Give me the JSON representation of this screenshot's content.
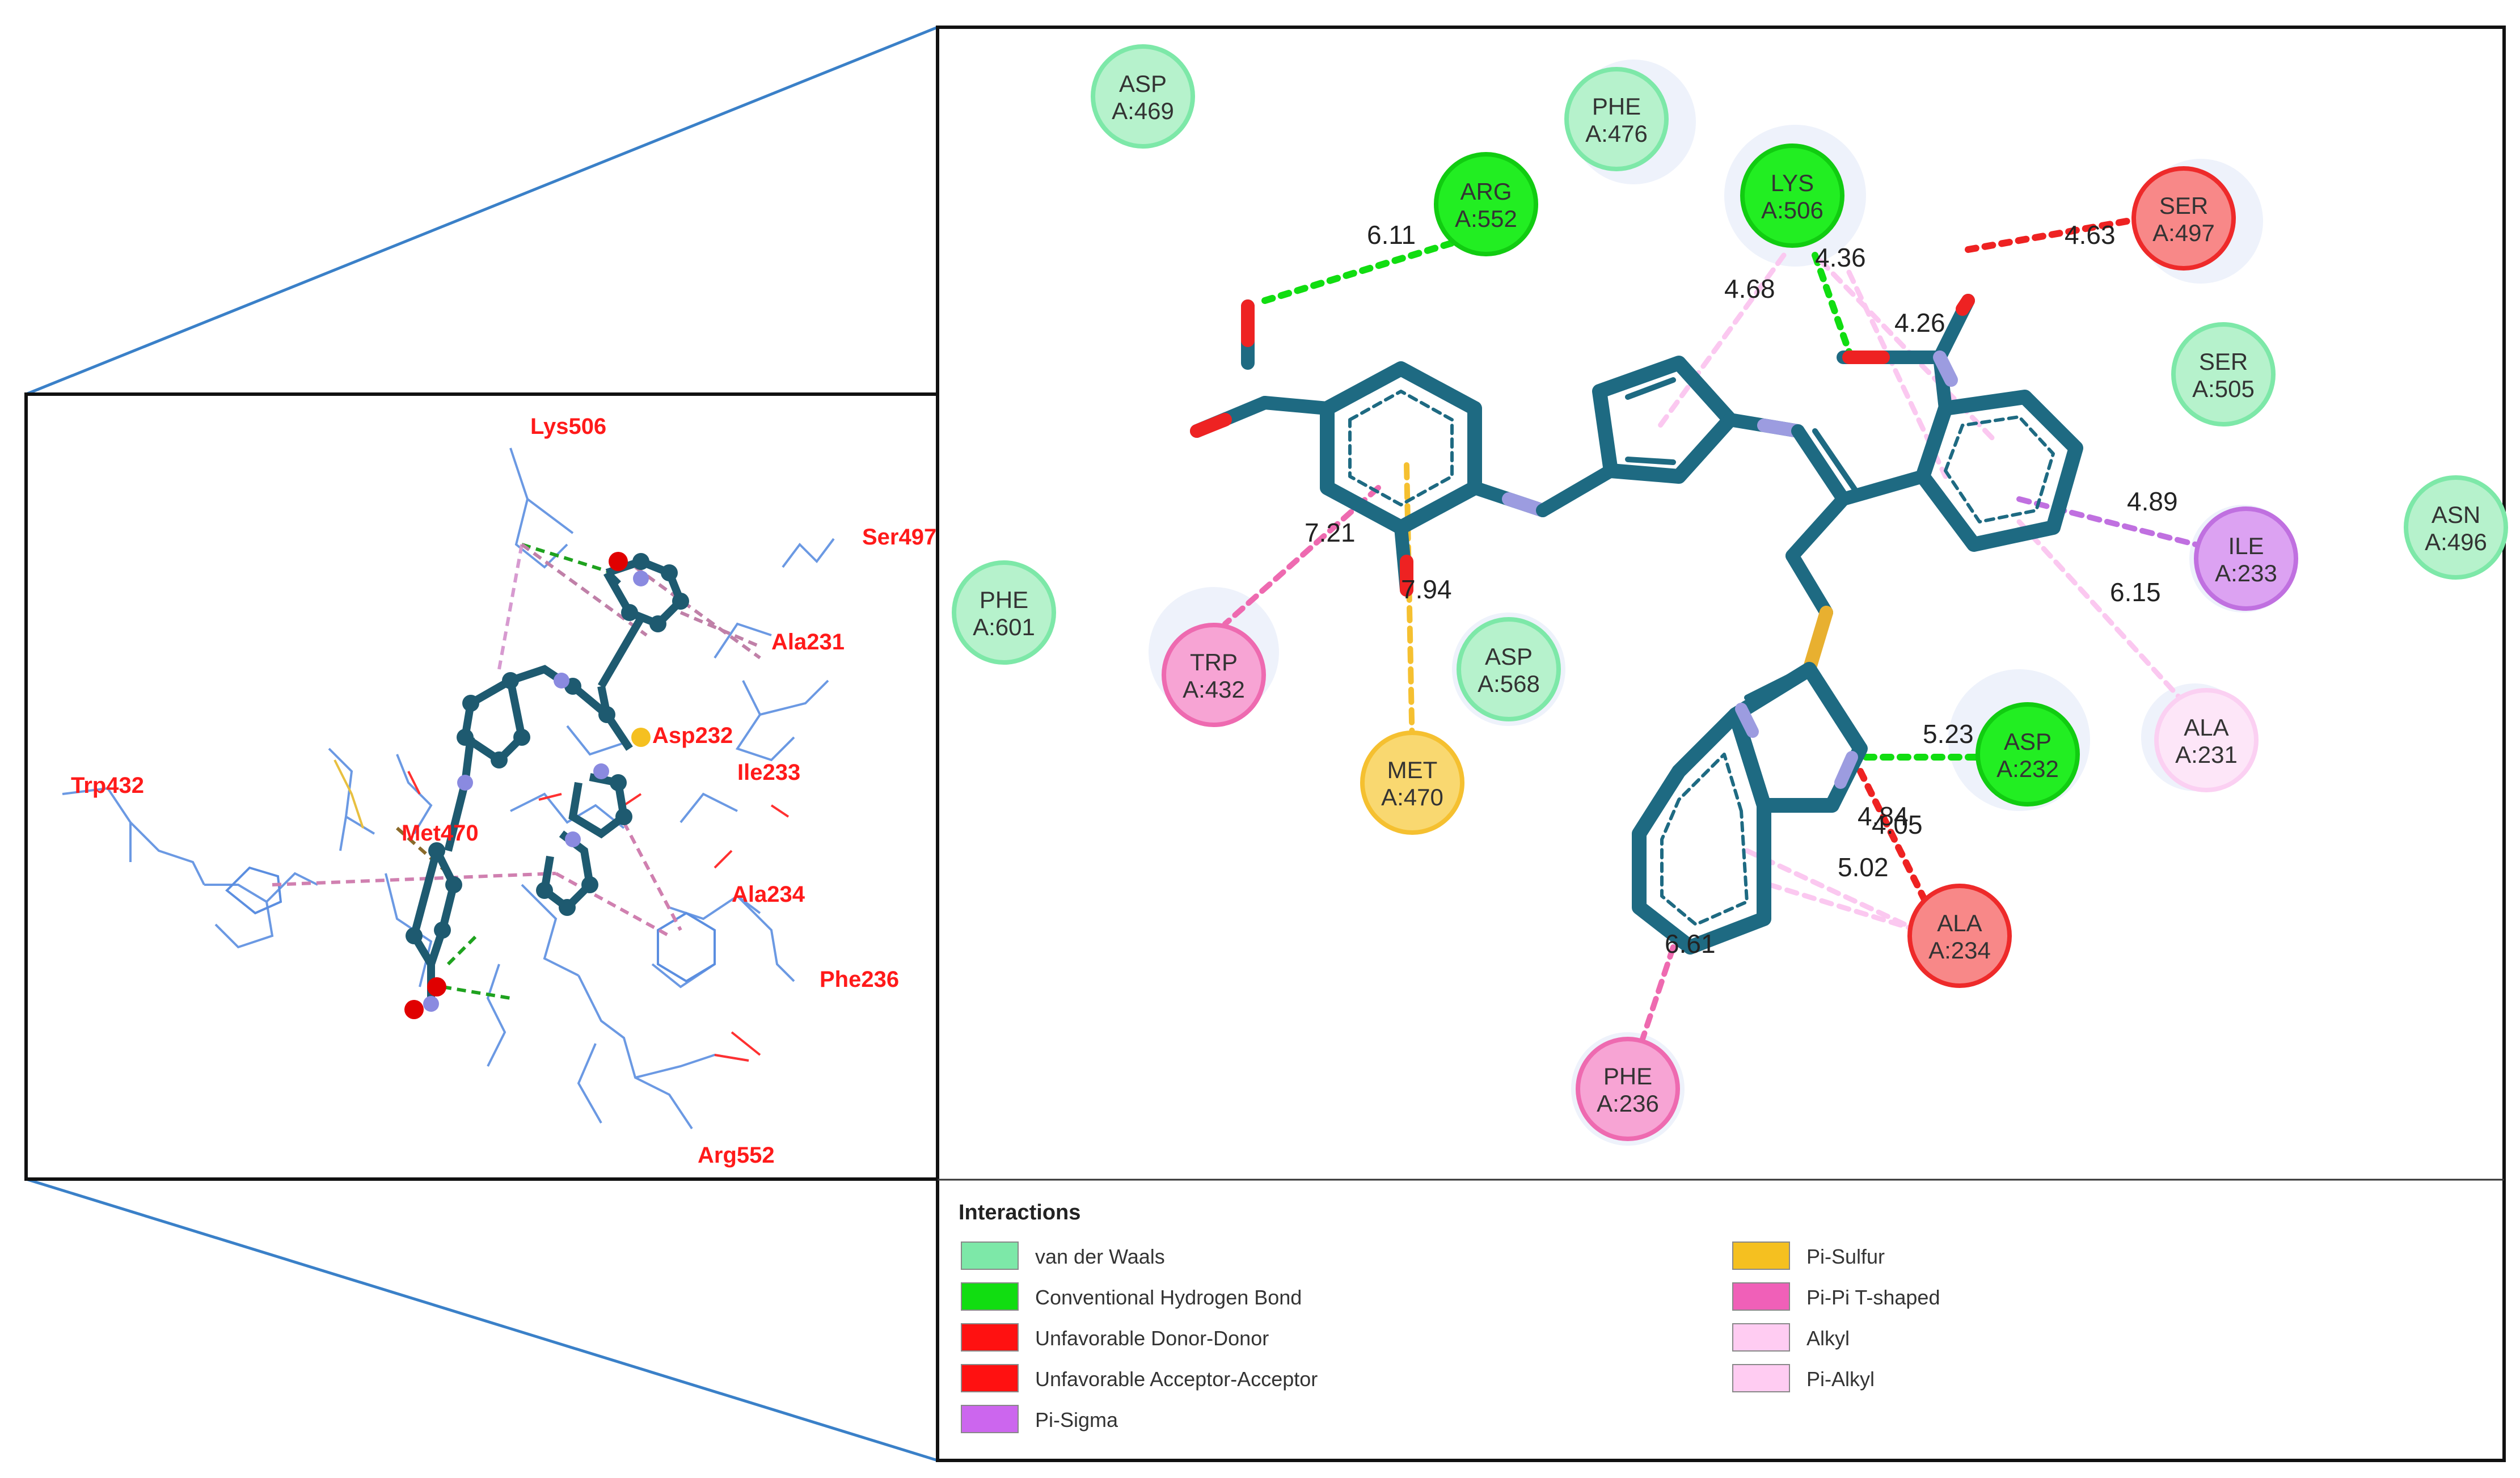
{
  "left_panel": {
    "residue_labels": [
      "Lys506",
      "Ser497",
      "Ala231",
      "Asp232",
      "Ile233",
      "Trp432",
      "Met470",
      "Ala234",
      "Phe236",
      "Arg552"
    ]
  },
  "right_panel": {
    "residues": [
      {
        "id": "asp469",
        "name": "ASP",
        "chain": "A:469",
        "type": "vdw"
      },
      {
        "id": "phe476",
        "name": "PHE",
        "chain": "A:476",
        "type": "vdw"
      },
      {
        "id": "arg552",
        "name": "ARG",
        "chain": "A:552",
        "type": "hbond"
      },
      {
        "id": "lys506",
        "name": "LYS",
        "chain": "A:506",
        "type": "hbond"
      },
      {
        "id": "ser497",
        "name": "SER",
        "chain": "A:497",
        "type": "unfav"
      },
      {
        "id": "ser505",
        "name": "SER",
        "chain": "A:505",
        "type": "vdw"
      },
      {
        "id": "asn496",
        "name": "ASN",
        "chain": "A:496",
        "type": "vdw"
      },
      {
        "id": "ile233",
        "name": "ILE",
        "chain": "A:233",
        "type": "pisigma"
      },
      {
        "id": "ala231",
        "name": "ALA",
        "chain": "A:231",
        "type": "alkyl"
      },
      {
        "id": "phe601",
        "name": "PHE",
        "chain": "A:601",
        "type": "vdw"
      },
      {
        "id": "trp432",
        "name": "TRP",
        "chain": "A:432",
        "type": "pipi"
      },
      {
        "id": "asp568",
        "name": "ASP",
        "chain": "A:568",
        "type": "vdw"
      },
      {
        "id": "met470",
        "name": "MET",
        "chain": "A:470",
        "type": "pisulfur"
      },
      {
        "id": "asp232",
        "name": "ASP",
        "chain": "A:232",
        "type": "hbond"
      },
      {
        "id": "ala234",
        "name": "ALA",
        "chain": "A:234",
        "type": "unfav"
      },
      {
        "id": "phe236",
        "name": "PHE",
        "chain": "A:236",
        "type": "pipi"
      }
    ],
    "distances": [
      "6.11",
      "4.36",
      "4.68",
      "4.63",
      "4.26",
      "4.89",
      "6.15",
      "7.21",
      "7.94",
      "5.23",
      "4.84",
      "4.05",
      "5.02",
      "6.61"
    ]
  },
  "legend": {
    "title": "Interactions",
    "items": [
      {
        "label": "van der Waals",
        "color": "#7de8a8"
      },
      {
        "label": "Conventional Hydrogen Bond",
        "color": "#11dd11"
      },
      {
        "label": "Unfavorable Donor-Donor",
        "color": "#ff1111"
      },
      {
        "label": "Unfavorable Acceptor-Acceptor",
        "color": "#ff1111"
      },
      {
        "label": "Pi-Sigma",
        "color": "#cc66ee"
      },
      {
        "label": "Pi-Sulfur",
        "color": "#f5c020"
      },
      {
        "label": "Pi-Pi T-shaped",
        "color": "#f060b8"
      },
      {
        "label": "Alkyl",
        "color": "#ffccf2"
      },
      {
        "label": "Pi-Alkyl",
        "color": "#ffccf2"
      }
    ]
  },
  "colors": {
    "vdw": "#7de8a8",
    "hbond": "#11dd11",
    "unfav": "#f04040",
    "pisigma": "#c070e0",
    "pisulfur": "#f5c030",
    "pipi": "#ee6ab0",
    "alkyl": "#fbd0f2",
    "ligand": "#1e6a82",
    "nitrogen": "#a0a0e8",
    "oxygen": "#ee2222",
    "sulfur": "#e8b030",
    "connector": "#3a80c8"
  }
}
